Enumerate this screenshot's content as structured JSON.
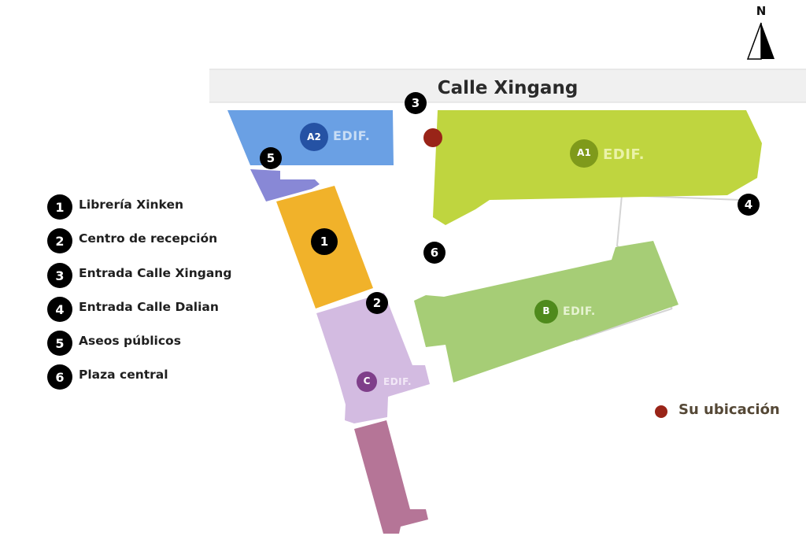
{
  "compass": {
    "label": "N"
  },
  "street": {
    "name": "Calle Xingang"
  },
  "buildings": {
    "a2": {
      "code": "A2",
      "word": "EDIF.",
      "fill": "#6aa0e4",
      "badge": "#2552a4"
    },
    "a1": {
      "code": "A1",
      "word": "EDIF.",
      "fill": "#bfd53f",
      "badge": "#7f9a1b"
    },
    "b": {
      "code": "B",
      "word": "EDIF.",
      "fill": "#a6cd76",
      "badge": "#4f8a1c"
    },
    "c": {
      "code": "C",
      "word": "EDIF.",
      "fill": "#d3bbe1",
      "badge": "#7f3f8a"
    },
    "bookstore": {
      "fill": "#f1b22a"
    },
    "restroom": {
      "fill": "#8888d6"
    },
    "annex": {
      "fill": "#b57597"
    }
  },
  "markers": [
    {
      "num": "1"
    },
    {
      "num": "2"
    },
    {
      "num": "3"
    },
    {
      "num": "4"
    },
    {
      "num": "5"
    },
    {
      "num": "6"
    }
  ],
  "legend": [
    {
      "num": "1",
      "label": "Librería Xinken"
    },
    {
      "num": "2",
      "label": "Centro de recepción"
    },
    {
      "num": "3",
      "label": "Entrada Calle Xingang"
    },
    {
      "num": "4",
      "label": "Entrada Calle Dalian"
    },
    {
      "num": "5",
      "label": "Aseos públicos"
    },
    {
      "num": "6",
      "label": "Plaza central"
    }
  ],
  "you_are_here": {
    "label": "Su ubicación",
    "color": "#992418"
  }
}
